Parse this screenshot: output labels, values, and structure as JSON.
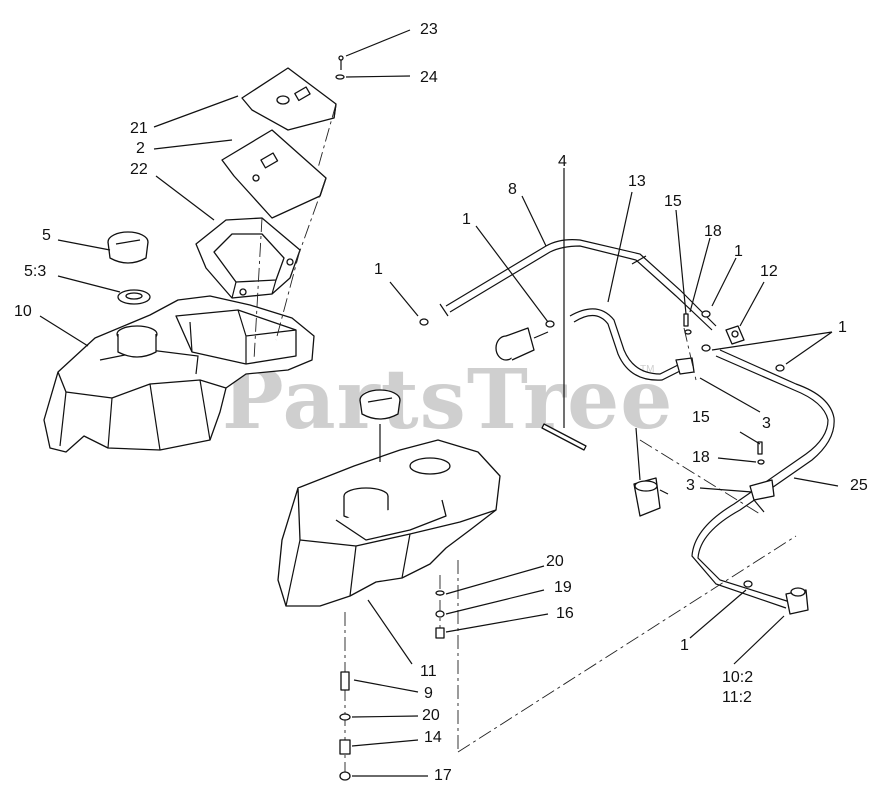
{
  "watermark": {
    "text": "PartsTree",
    "trademark": "TM"
  },
  "callouts": [
    {
      "id": "c23",
      "text": "23"
    },
    {
      "id": "c24",
      "text": "24"
    },
    {
      "id": "c21",
      "text": "21"
    },
    {
      "id": "c2",
      "text": "2"
    },
    {
      "id": "c22",
      "text": "22"
    },
    {
      "id": "c5",
      "text": "5"
    },
    {
      "id": "c53",
      "text": "5:3"
    },
    {
      "id": "c10",
      "text": "10"
    },
    {
      "id": "c1a",
      "text": "1"
    },
    {
      "id": "c1b",
      "text": "1"
    },
    {
      "id": "c8",
      "text": "8"
    },
    {
      "id": "c4",
      "text": "4"
    },
    {
      "id": "c13",
      "text": "13"
    },
    {
      "id": "c15a",
      "text": "15"
    },
    {
      "id": "c18a",
      "text": "18"
    },
    {
      "id": "c1c",
      "text": "1"
    },
    {
      "id": "c12",
      "text": "12"
    },
    {
      "id": "c1d",
      "text": "1"
    },
    {
      "id": "c3a",
      "text": "3"
    },
    {
      "id": "c15b",
      "text": "15"
    },
    {
      "id": "c18b",
      "text": "18"
    },
    {
      "id": "c3b",
      "text": "3"
    },
    {
      "id": "c25",
      "text": "25"
    },
    {
      "id": "c20a",
      "text": "20"
    },
    {
      "id": "c19",
      "text": "19"
    },
    {
      "id": "c16",
      "text": "16"
    },
    {
      "id": "c11",
      "text": "11"
    },
    {
      "id": "c9",
      "text": "9"
    },
    {
      "id": "c20b",
      "text": "20"
    },
    {
      "id": "c14",
      "text": "14"
    },
    {
      "id": "c17",
      "text": "17"
    },
    {
      "id": "c1e",
      "text": "1"
    },
    {
      "id": "c102",
      "text": "10:2"
    },
    {
      "id": "c112",
      "text": "11:2"
    }
  ]
}
